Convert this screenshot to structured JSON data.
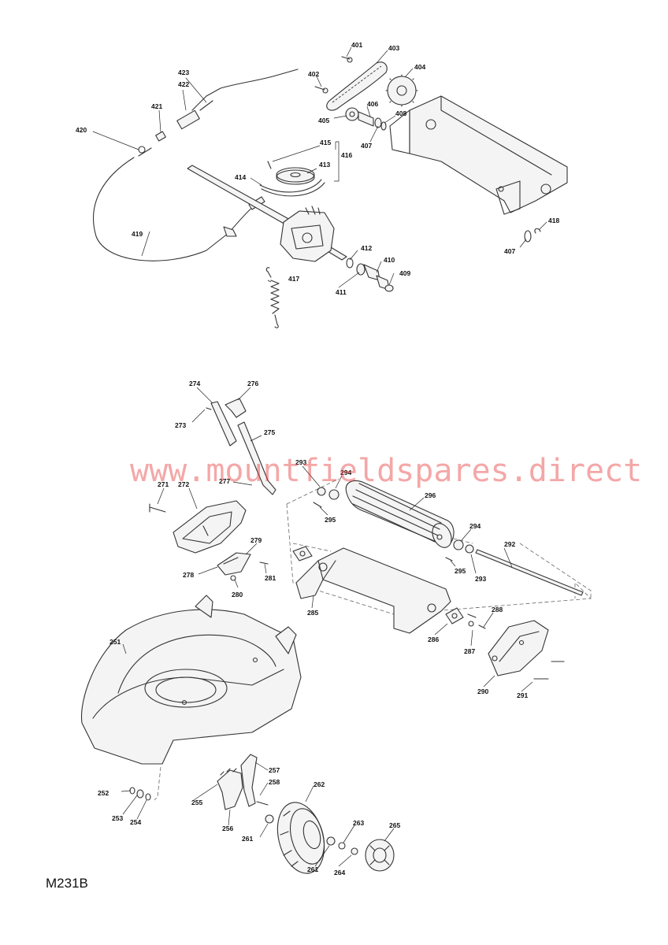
{
  "diagram_code": "M231B",
  "watermark": "www.mountfieldspares.direct",
  "callouts": {
    "c401": "401",
    "c402": "402",
    "c403": "403",
    "c404": "404",
    "c405": "405",
    "c406": "406",
    "c407a": "407",
    "c408": "408",
    "c407b": "407",
    "c418": "418",
    "c409": "409",
    "c410": "410",
    "c411": "411",
    "c412": "412",
    "c413": "413",
    "c414": "414",
    "c415": "415",
    "c416": "416",
    "c417": "417",
    "c419": "419",
    "c420": "420",
    "c421": "421",
    "c422": "422",
    "c423": "423",
    "c251": "251",
    "c252": "252",
    "c253": "253",
    "c254": "254",
    "c255": "255",
    "c256": "256",
    "c257": "257",
    "c258": "258",
    "c261a": "261",
    "c261b": "261",
    "c262": "262",
    "c263": "263",
    "c264": "264",
    "c265": "265",
    "c271": "271",
    "c272": "272",
    "c273": "273",
    "c274": "274",
    "c275": "275",
    "c276": "276",
    "c277": "277",
    "c278": "278",
    "c279": "279",
    "c280": "280",
    "c281": "281",
    "c285": "285",
    "c286": "286",
    "c287": "287",
    "c288": "288",
    "c290": "290",
    "c291": "291",
    "c292": "292",
    "c293a": "293",
    "c293b": "293",
    "c294a": "294",
    "c294b": "294",
    "c295a": "295",
    "c295b": "295",
    "c296": "296"
  }
}
